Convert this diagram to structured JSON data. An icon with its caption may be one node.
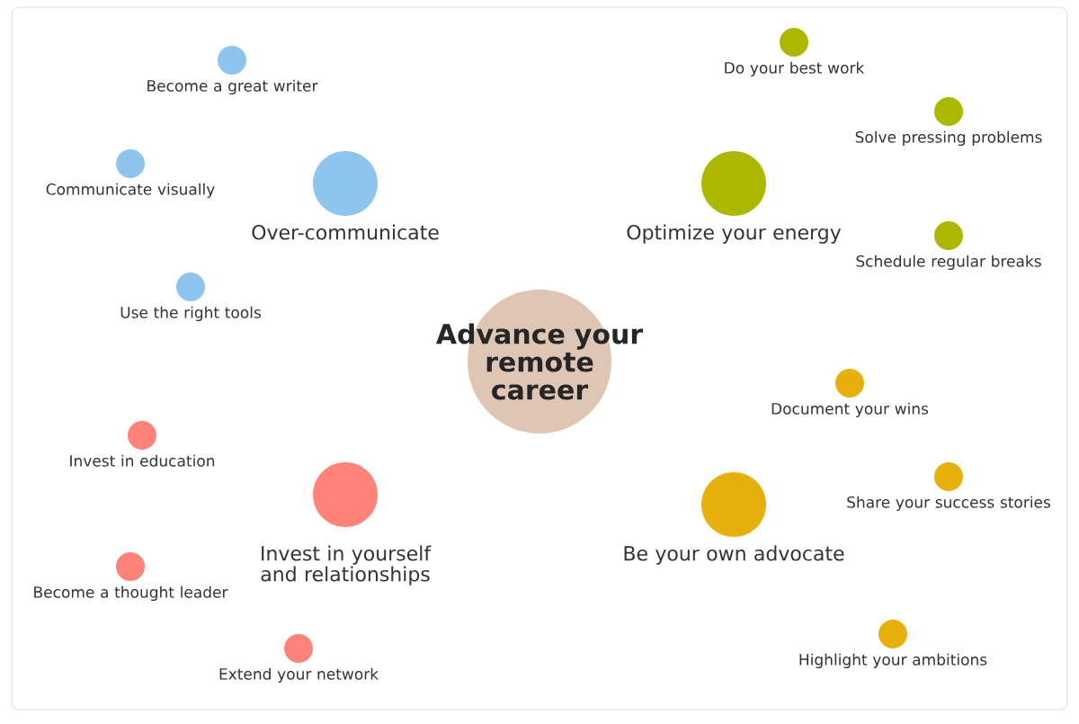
{
  "diagram": {
    "nodes": [
      {
        "text": [
          "Advance your remote career"
        ]
      },
      {
        "text": [
          "Over-communicate"
        ]
      },
      {
        "text": [
          "Become a great writer"
        ]
      },
      {
        "text": [
          "Communicate visually"
        ]
      },
      {
        "text": [
          "Use the right tools"
        ]
      },
      {
        "text": [
          "Optimize your energy"
        ]
      },
      {
        "text": [
          "Do your best work"
        ]
      },
      {
        "text": [
          "Solve pressing problems"
        ]
      },
      {
        "text": [
          "Schedule regular breaks"
        ]
      },
      {
        "text": [
          "Invest in yourself and relationships"
        ]
      },
      {
        "text": [
          "Invest in education"
        ]
      },
      {
        "text": [
          "Become a thought leader"
        ]
      },
      {
        "text": [
          "Extend your network"
        ]
      },
      {
        "text": [
          "Be your own advocate"
        ]
      },
      {
        "text": [
          "Document your wins"
        ]
      },
      {
        "text": [
          "Share your success stories"
        ]
      },
      {
        "text": [
          "Highlight your ambitions"
        ]
      }
    ]
  }
}
